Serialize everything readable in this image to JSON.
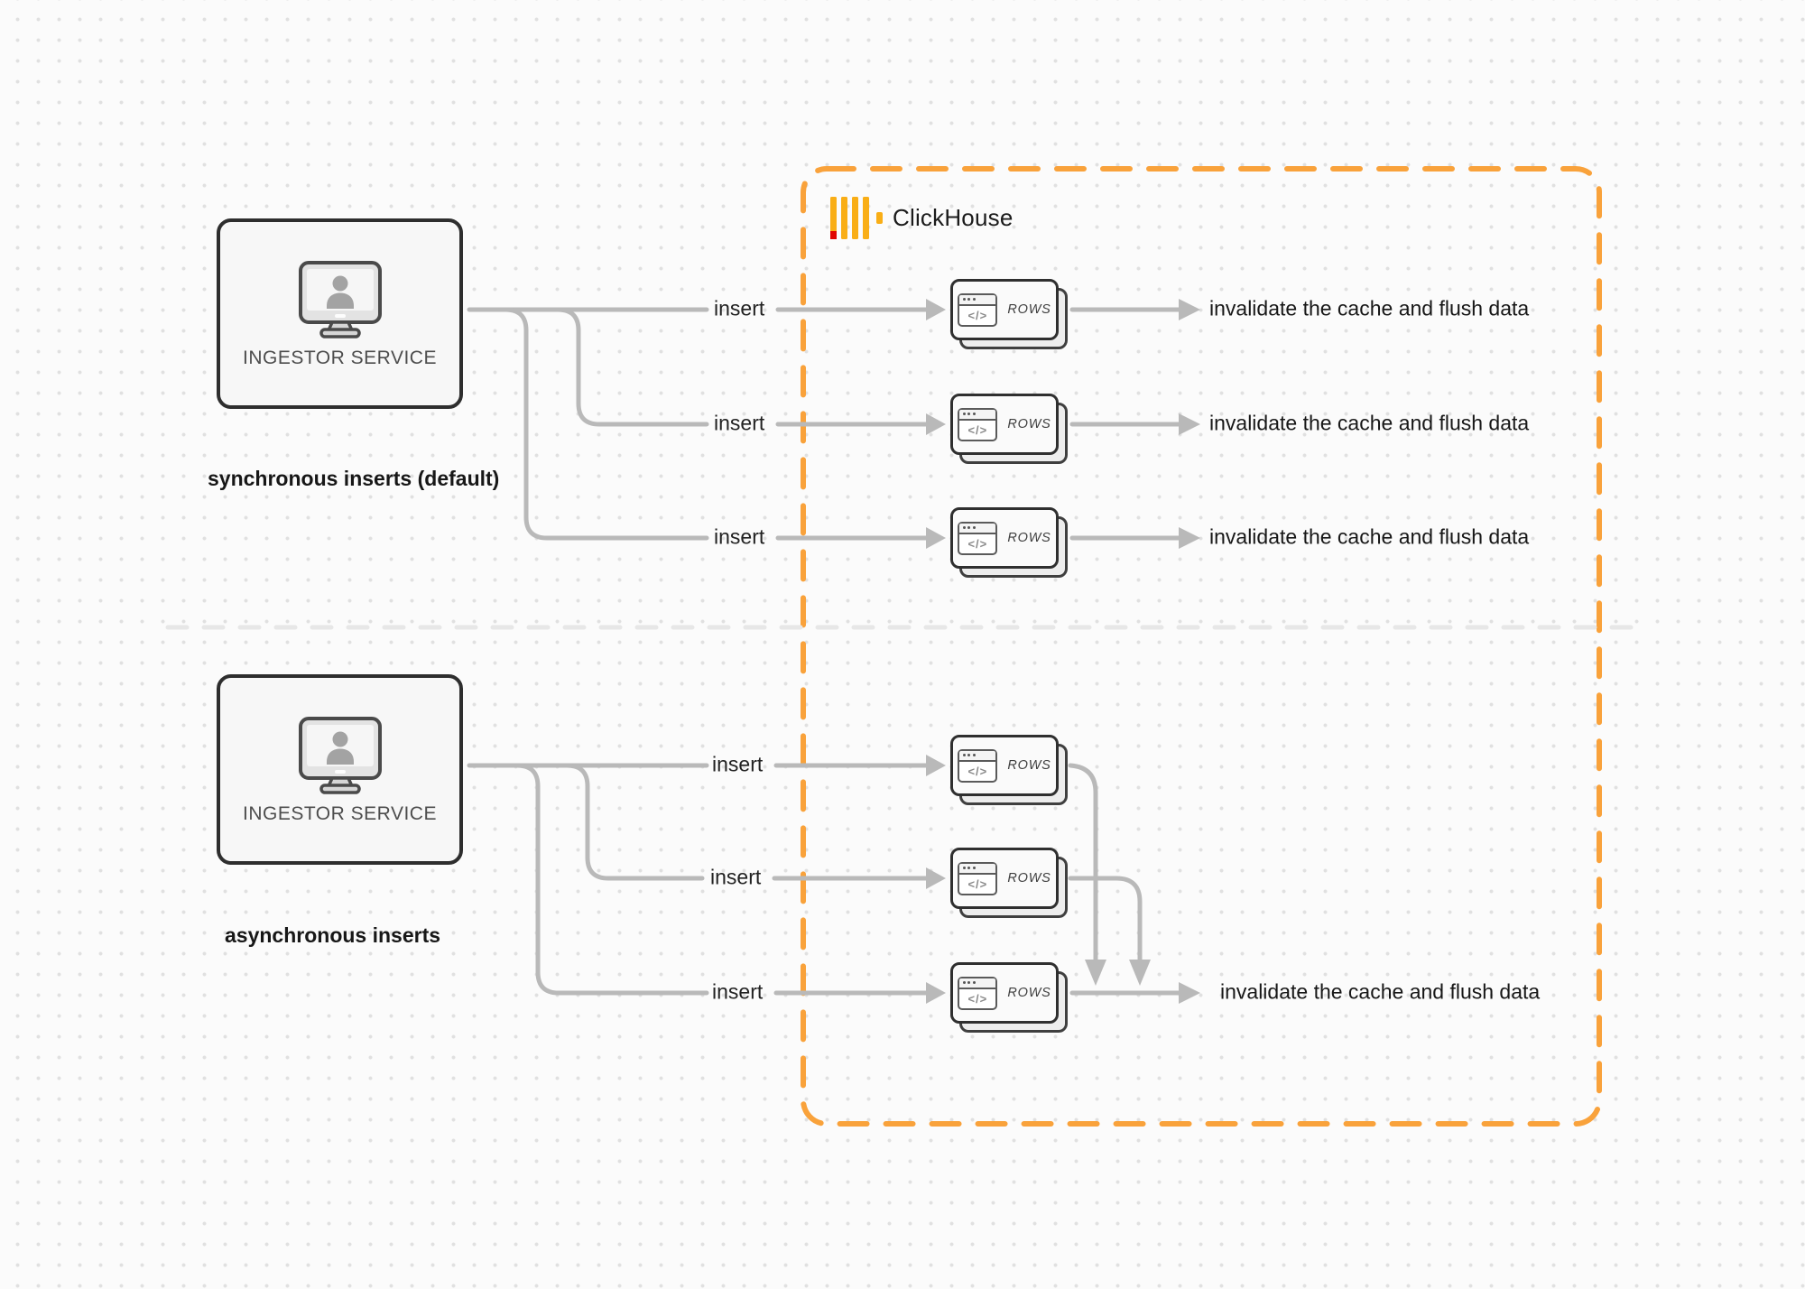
{
  "clickhouse": {
    "name": "ClickHouse",
    "boundary_color": "#F9A23B",
    "logo_bar_color": "#F9AE16",
    "logo_accent_color": "#E00700"
  },
  "rows_node": {
    "icon_glyph": "</>"
  },
  "sync_section": {
    "service": {
      "label": "INGESTOR SERVICE"
    },
    "caption": "synchronous inserts (default)",
    "rows": [
      {
        "insert": "insert",
        "node": "ROWS",
        "result": "invalidate the cache and flush data"
      },
      {
        "insert": "insert",
        "node": "ROWS",
        "result": "invalidate the cache and flush data"
      },
      {
        "insert": "insert",
        "node": "ROWS",
        "result": "invalidate the cache and flush data"
      }
    ]
  },
  "async_section": {
    "service": {
      "label": "INGESTOR SERVICE"
    },
    "caption": "asynchronous inserts",
    "rows": [
      {
        "insert": "insert",
        "node": "ROWS"
      },
      {
        "insert": "insert",
        "node": "ROWS"
      },
      {
        "insert": "insert",
        "node": "ROWS"
      }
    ],
    "result": "invalidate the cache and flush data"
  },
  "colors": {
    "connector_gray": "#b9b9b9",
    "divider_gray": "#e7e7e7"
  }
}
